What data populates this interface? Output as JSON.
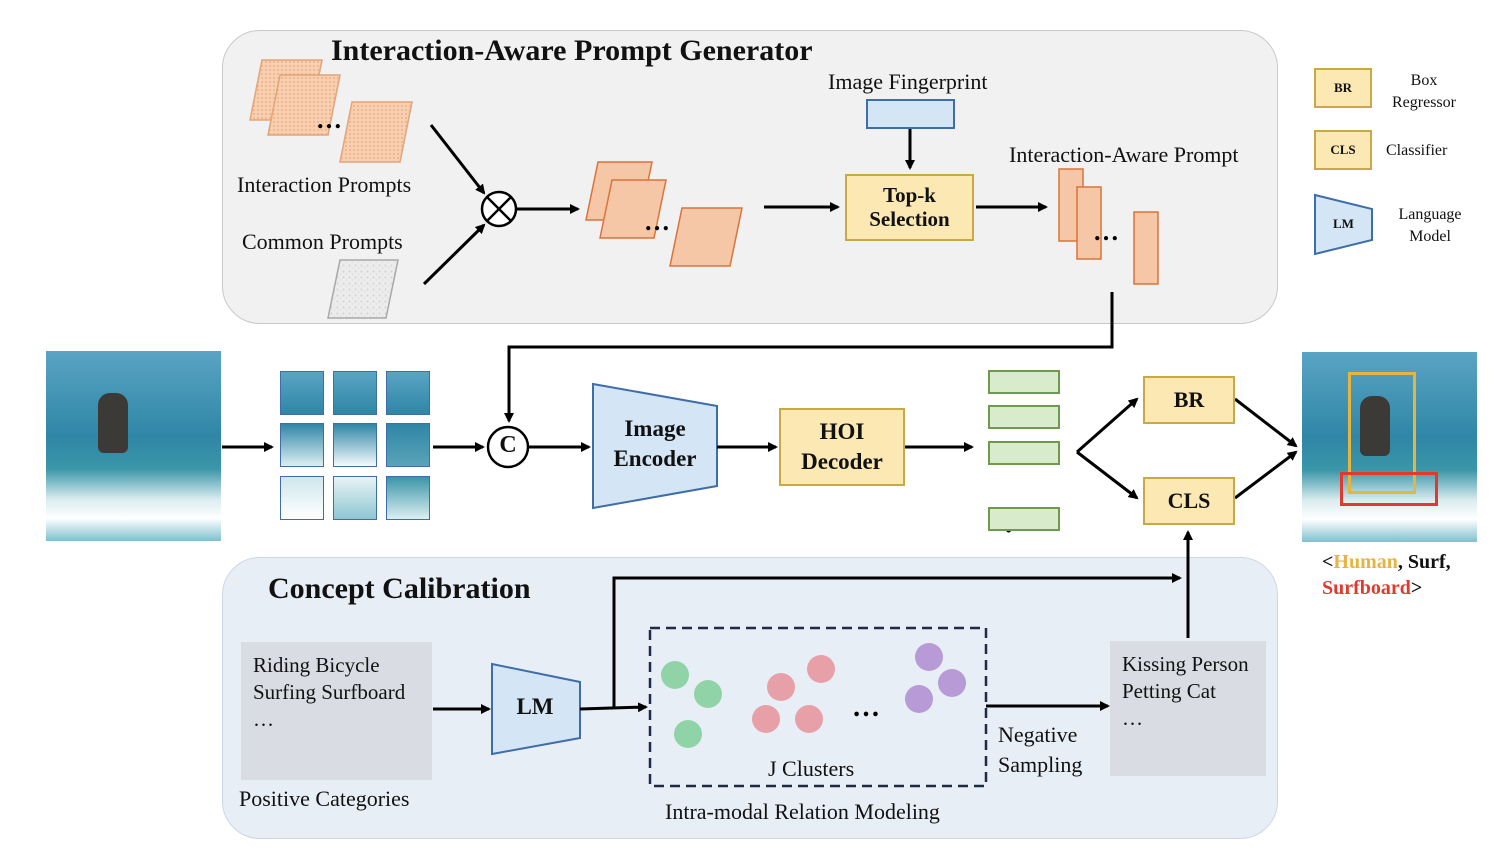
{
  "top_panel": {
    "title": "Interaction-Aware Prompt Generator",
    "interaction_prompts": "Interaction Prompts",
    "common_prompts": "Common Prompts",
    "image_fingerprint": "Image Fingerprint",
    "topk_line1": "Top-k",
    "topk_line2": "Selection",
    "interaction_aware_prompt": "Interaction-Aware Prompt"
  },
  "middle": {
    "concat_symbol": "C",
    "image_encoder_line1": "Image",
    "image_encoder_line2": "Encoder",
    "hoi_decoder_line1": "HOI",
    "hoi_decoder_line2": "Decoder",
    "br": "BR",
    "cls": "CLS"
  },
  "output_caption": {
    "open": "<",
    "human": "Human",
    "sep1": ", ",
    "surf": "Surf,",
    "surfboard": "Surfboard",
    "close": ">"
  },
  "bottom_panel": {
    "title": "Concept Calibration",
    "positive_lines": [
      "Riding Bicycle",
      "Surfing Surfboard",
      "…"
    ],
    "positive_caption": "Positive Categories",
    "lm": "LM",
    "clusters_label": "J Clusters",
    "relation_caption": "Intra-modal Relation Modeling",
    "negative_sampling_line1": "Negative",
    "negative_sampling_line2": "Sampling",
    "negative_lines": [
      "Kissing Person",
      "Petting Cat",
      "…"
    ]
  },
  "legend": {
    "br_tag": "BR",
    "br_line1": "Box",
    "br_line2": "Regressor",
    "cls_tag": "CLS",
    "cls_label": "Classifier",
    "lm_tag": "LM",
    "lm_line1": "Language",
    "lm_line2": "Model"
  },
  "colors": {
    "prompt_orange": "#f6c7a6",
    "prompt_orange_border": "#d9743a",
    "yellow_box": "#fbe8b3",
    "yellow_border": "#c9a944",
    "blue_box": "#d4e6f6",
    "blue_border": "#3f6da8",
    "feature_green": "#d8ebcb",
    "cluster_green": "#8fd3a6",
    "cluster_pink": "#e8a0a8",
    "cluster_purple": "#b79ad6",
    "human_box": "#e8b440",
    "surfboard_box": "#e03a2f"
  }
}
